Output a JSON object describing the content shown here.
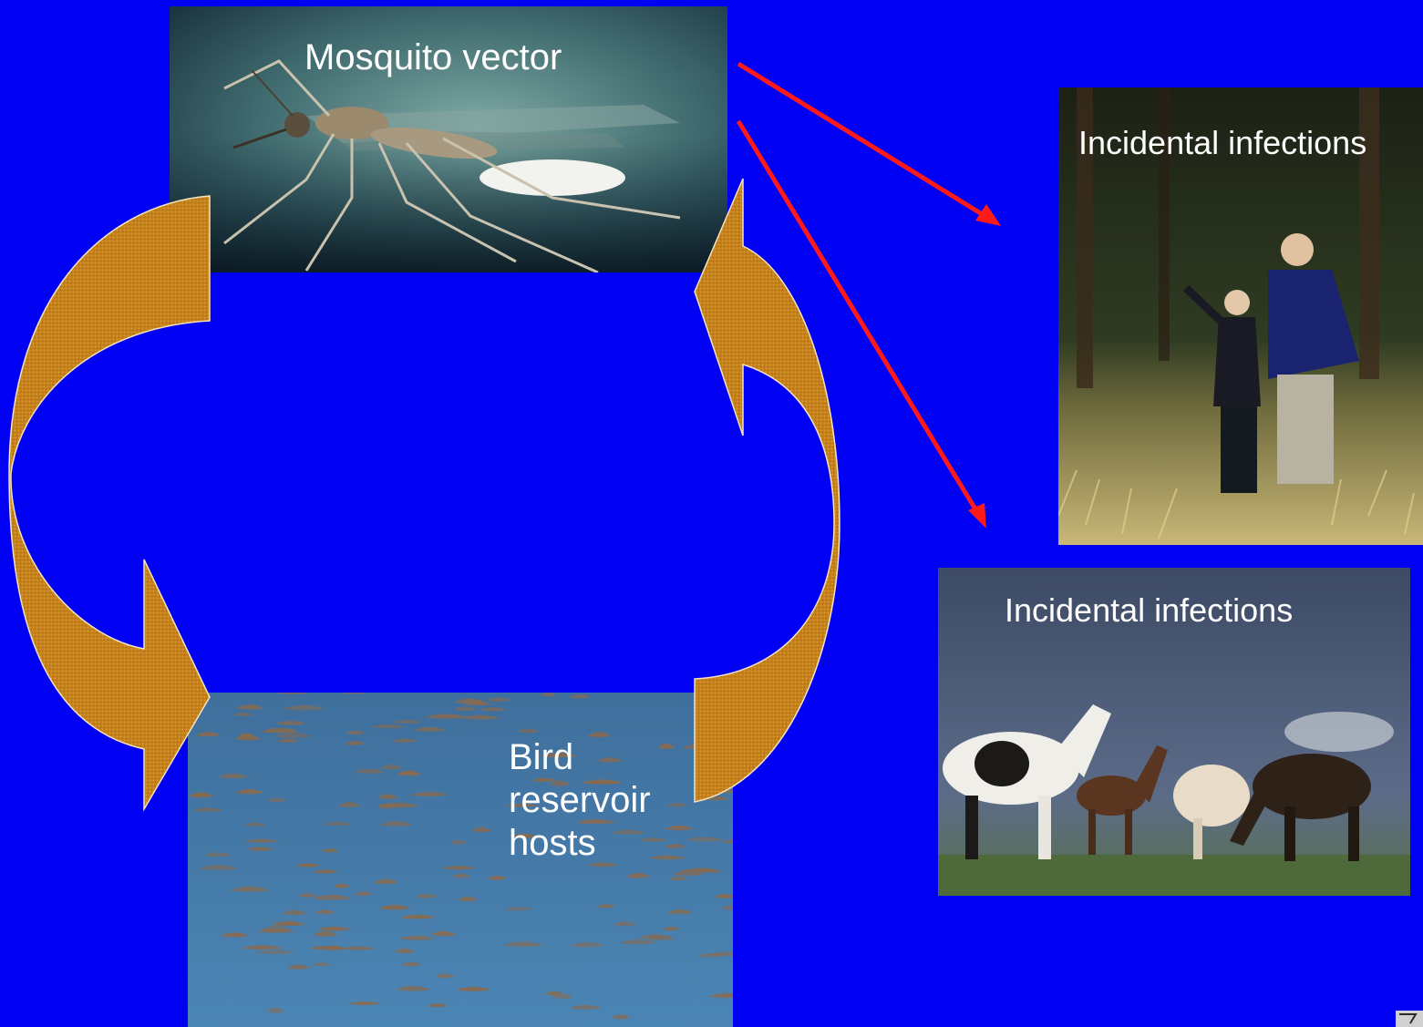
{
  "nodes": {
    "mosquito": {
      "label": "Mosquito vector"
    },
    "people": {
      "label": "Incidental infections"
    },
    "horses": {
      "label": "Incidental  infections"
    },
    "birds": {
      "label": "Bird reservoir hosts"
    }
  },
  "edges": [
    {
      "from": "mosquito",
      "to": "birds",
      "style": "curved-block-arrow"
    },
    {
      "from": "birds",
      "to": "mosquito",
      "style": "curved-block-arrow"
    },
    {
      "from": "mosquito",
      "to": "people",
      "style": "thin-arrow"
    },
    {
      "from": "mosquito",
      "to": "horses",
      "style": "thin-arrow"
    }
  ],
  "colors": {
    "background": "#0000f2",
    "cycle_arrow_fill": "#c8821a",
    "cycle_arrow_stroke": "#f4e3c0",
    "incidental_arrow": "#ff1a1a",
    "label_text": "#ffffff"
  },
  "icons": {
    "mosquito": "mosquito-photo",
    "people": "elderly-couple-walking-photo",
    "horses": "horses-grazing-photo",
    "birds": "bird-flock-photo"
  }
}
